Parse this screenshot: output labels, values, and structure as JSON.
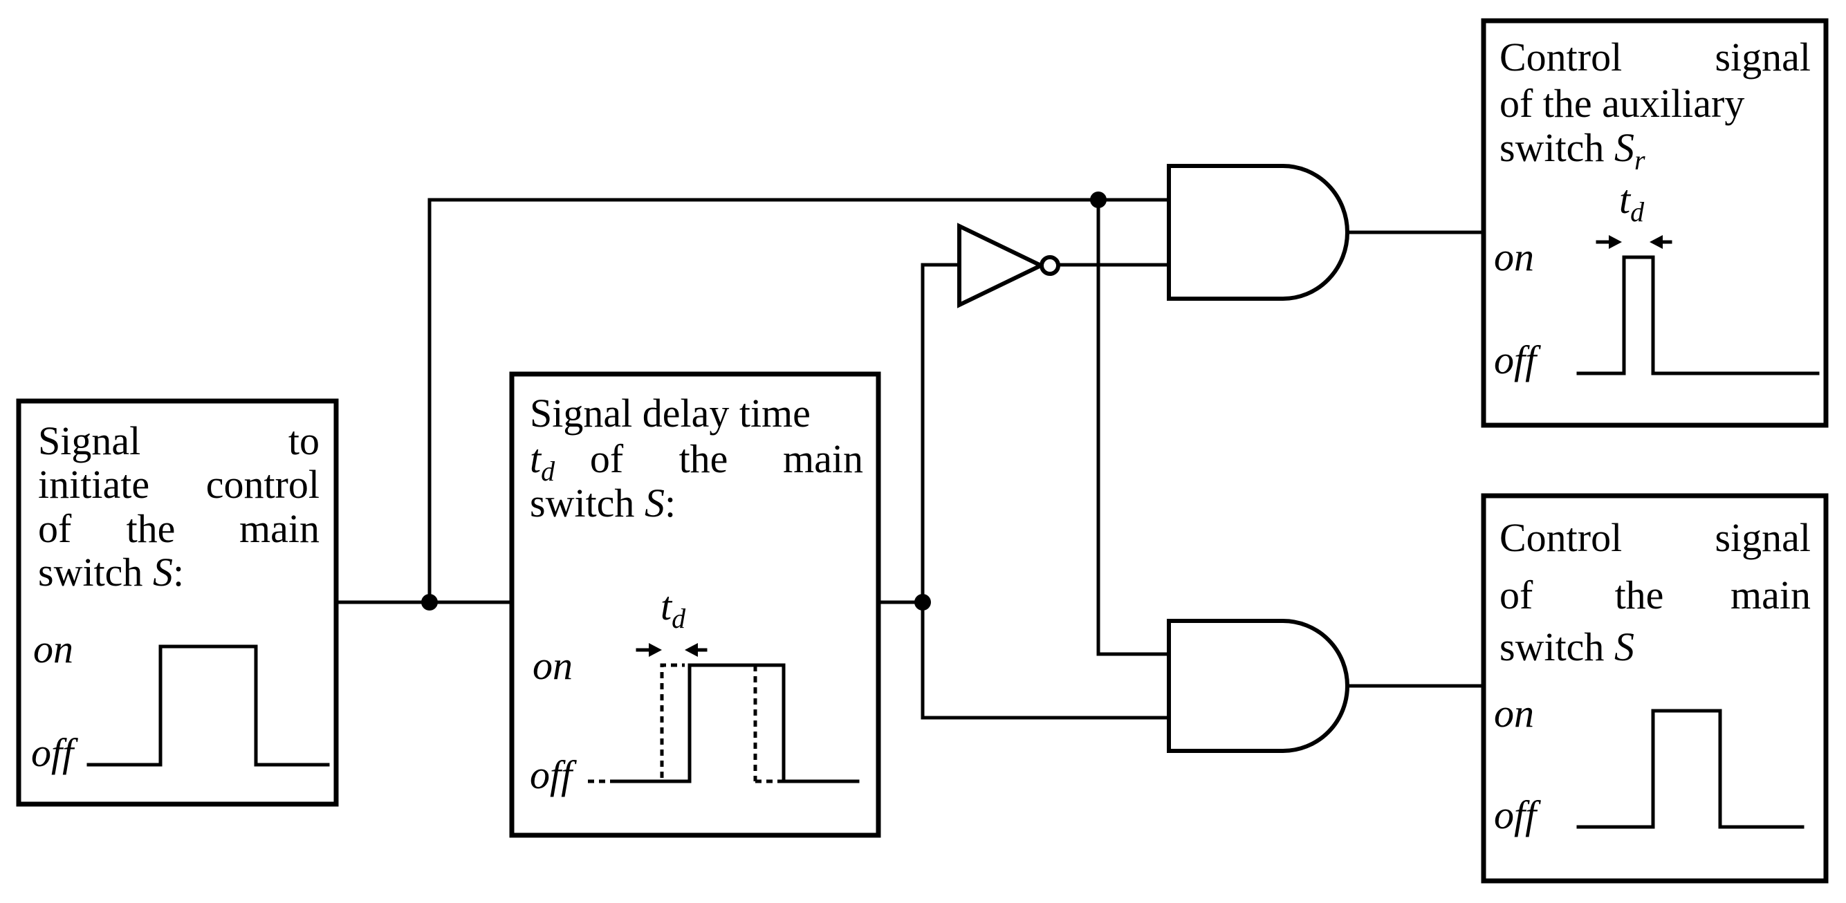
{
  "boxes": {
    "initiate": {
      "line1_left": "Signal",
      "line1_right": "to",
      "line2_left": "initiate",
      "line2_right": "control",
      "line3_a": "of",
      "line3_b": "the",
      "line3_c": "main",
      "line4_text": "switch ",
      "line4_var": "S",
      "line4_suffix": ":",
      "on": "on",
      "off": "off"
    },
    "delay": {
      "line1": "Signal delay time",
      "line2_var": "t",
      "line2_sub": "d",
      "line2_a": "of",
      "line2_b": "the",
      "line2_c": "main",
      "line3_text": "switch ",
      "line3_var": "S",
      "line3_suffix": ":",
      "td_var": "t",
      "td_sub": "d",
      "on": "on",
      "off": "off"
    },
    "auxiliary": {
      "line1_left": "Control",
      "line1_right": "signal",
      "line2": "of the auxiliary",
      "line3_text": "switch ",
      "line3_var": "S",
      "line3_sub": "r",
      "td_var": "t",
      "td_sub": "d",
      "on": "on",
      "off": "off"
    },
    "main": {
      "line1_left": "Control",
      "line1_right": "signal",
      "line2_a": "of",
      "line2_b": "the",
      "line2_c": "main",
      "line3_text": "switch ",
      "line3_var": "S",
      "on": "on",
      "off": "off"
    }
  },
  "gates": [
    "and-gate-top",
    "and-gate-bottom",
    "not-gate"
  ]
}
